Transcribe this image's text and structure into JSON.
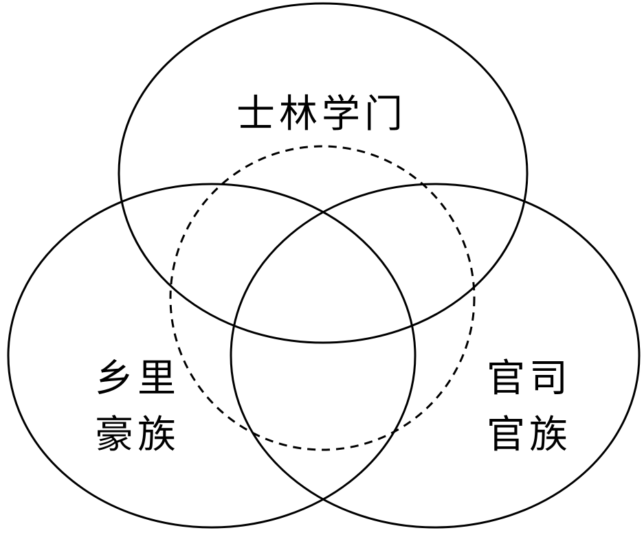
{
  "diagram": {
    "sets": [
      {
        "id": "top",
        "label_lines": [
          "士林学门"
        ],
        "style": "solid"
      },
      {
        "id": "left",
        "label_lines": [
          "乡里",
          "豪族"
        ],
        "style": "solid"
      },
      {
        "id": "right",
        "label_lines": [
          "官司",
          "官族"
        ],
        "style": "solid"
      },
      {
        "id": "center",
        "label_lines": [],
        "style": "dashed"
      }
    ],
    "colors": {
      "stroke": "#000000",
      "background": "#ffffff"
    }
  }
}
